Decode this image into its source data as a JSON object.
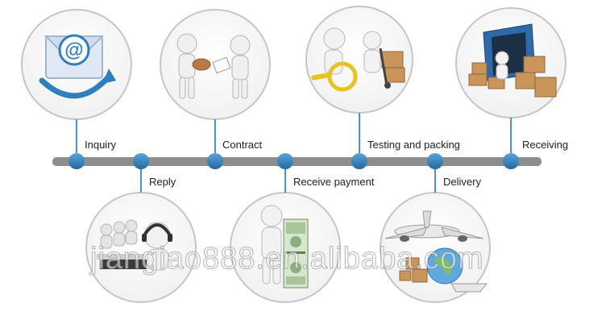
{
  "steps": [
    {
      "label": "Inquiry",
      "side": "top",
      "illustration": "email-at-icon"
    },
    {
      "label": "Reply",
      "side": "bottom",
      "illustration": "call-center-headset-icon"
    },
    {
      "label": "Contract",
      "side": "top",
      "illustration": "handshake-contract-icon"
    },
    {
      "label": "Receive payment",
      "side": "bottom",
      "illustration": "dollar-bills-icon"
    },
    {
      "label": "Testing and packing",
      "side": "top",
      "illustration": "magnifier-hand-truck-icon"
    },
    {
      "label": "Delivery",
      "side": "bottom",
      "illustration": "airplane-ship-boxes-icon"
    },
    {
      "label": "Receiving",
      "side": "top",
      "illustration": "container-warehouse-icon"
    }
  ],
  "watermark": "jiangiao888.en.alibaba.com",
  "colors": {
    "timeline": "#8a8a8a",
    "node": "#2f7fbf",
    "connector": "#4a95cf",
    "circle_border": "#c8c8c8"
  }
}
